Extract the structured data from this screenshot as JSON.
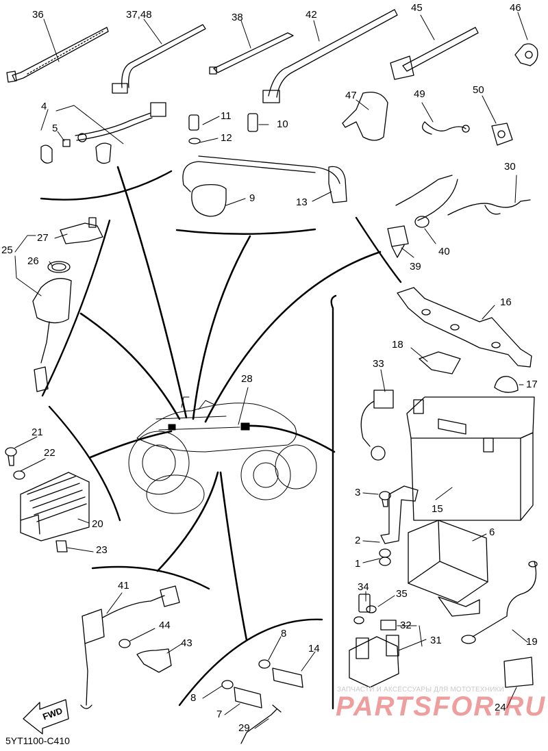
{
  "diagram": {
    "drawing_code": "5YT1100-C410",
    "fwd_label": "FWD",
    "watermark": {
      "caption": "ЗАПЧАСТИ И АКСЕССУАРЫ ДЛЯ МОТОТЕХНИКИ",
      "brand": "PARTSFOR.RU"
    },
    "callouts": [
      "36",
      "37,48",
      "38",
      "42",
      "45",
      "46",
      "4",
      "5",
      "11",
      "10",
      "12",
      "9",
      "13",
      "47",
      "49",
      "50",
      "30",
      "39",
      "40",
      "27",
      "25",
      "26",
      "16",
      "18",
      "33",
      "17",
      "28",
      "21",
      "22",
      "20",
      "23",
      "3",
      "15",
      "2",
      "6",
      "1",
      "41",
      "34",
      "35",
      "32",
      "31",
      "44",
      "43",
      "19",
      "8",
      "14",
      "8",
      "7",
      "29",
      "24"
    ]
  }
}
